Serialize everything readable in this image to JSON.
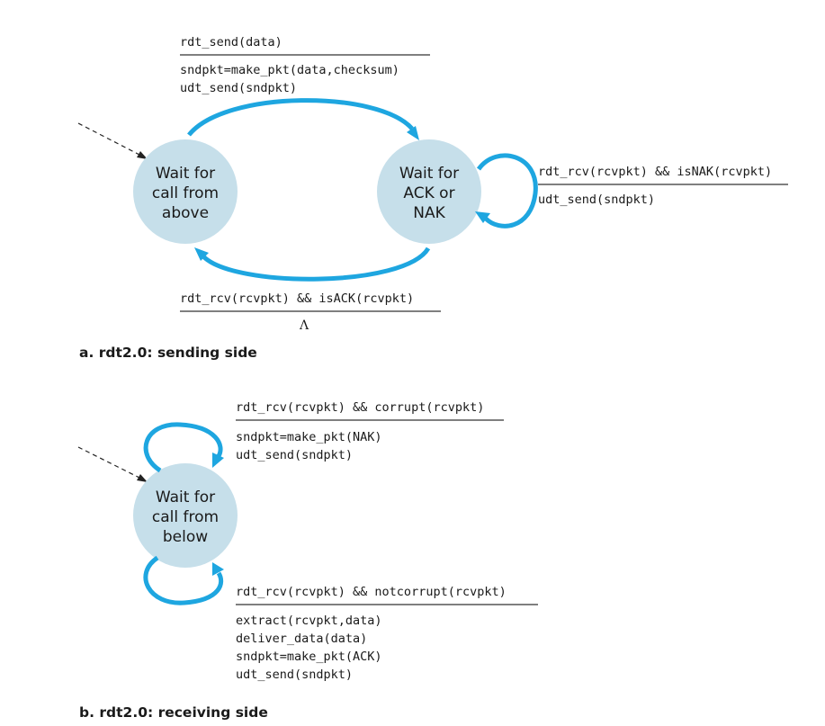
{
  "sender": {
    "caption": "a.  rdt2.0: sending side",
    "state_wait_call_above": [
      "Wait for",
      "call from",
      "above"
    ],
    "state_wait_ack_nak": [
      "Wait for",
      "ACK or",
      "NAK"
    ],
    "t_send": {
      "event": "rdt_send(data)",
      "actions": [
        "sndpkt=make_pkt(data,checksum)",
        "udt_send(sndpkt)"
      ]
    },
    "t_nak": {
      "event": "rdt_rcv(rcvpkt) && isNAK(rcvpkt)",
      "actions": [
        "udt_send(sndpkt)"
      ]
    },
    "t_ack": {
      "event": "rdt_rcv(rcvpkt) && isACK(rcvpkt)",
      "actions": [
        "Λ"
      ]
    }
  },
  "receiver": {
    "caption": "b.  rdt2.0: receiving side",
    "state_wait_call_below": [
      "Wait for",
      "call from",
      "below"
    ],
    "t_corrupt": {
      "event": "rdt_rcv(rcvpkt) && corrupt(rcvpkt)",
      "actions": [
        "sndpkt=make_pkt(NAK)",
        "udt_send(sndpkt)"
      ]
    },
    "t_notcorrupt": {
      "event": "rdt_rcv(rcvpkt) && notcorrupt(rcvpkt)",
      "actions": [
        "extract(rcvpkt,data)",
        "deliver_data(data)",
        "sndpkt=make_pkt(ACK)",
        "udt_send(sndpkt)"
      ]
    }
  },
  "colors": {
    "state_fill": "#c6dfea",
    "edge": "#1ea6e0"
  }
}
